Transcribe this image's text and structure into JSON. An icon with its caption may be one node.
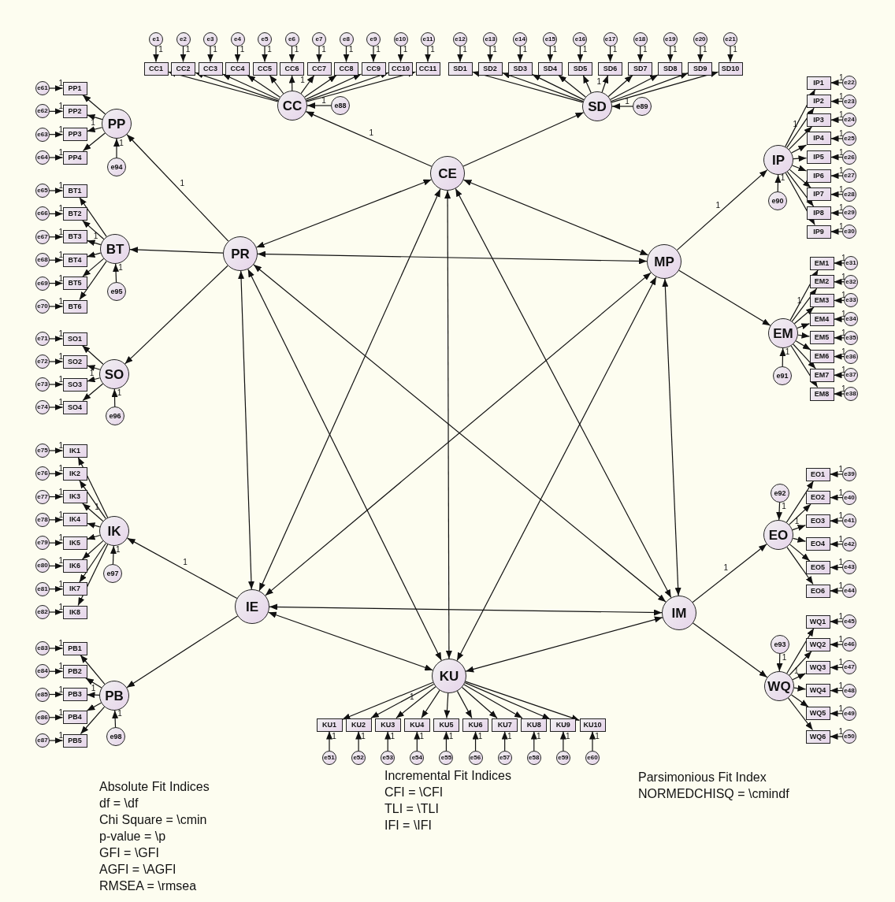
{
  "diagram": {
    "nodes": [
      {
        "text": [
          "CE"
        ]
      },
      {
        "text": [
          "PR"
        ]
      },
      {
        "text": [
          "MP"
        ]
      },
      {
        "text": [
          "IE"
        ]
      },
      {
        "text": [
          "IM"
        ]
      },
      {
        "text": [
          "KU"
        ]
      },
      {
        "text": [
          "CC"
        ]
      },
      {
        "text": [
          "SD"
        ]
      },
      {
        "text": [
          "PP"
        ]
      },
      {
        "text": [
          "BT"
        ]
      },
      {
        "text": [
          "SO"
        ]
      },
      {
        "text": [
          "IK"
        ]
      },
      {
        "text": [
          "PB"
        ]
      },
      {
        "text": [
          "IP"
        ]
      },
      {
        "text": [
          "EM"
        ]
      },
      {
        "text": [
          "EO"
        ]
      },
      {
        "text": [
          "WQ"
        ]
      },
      {
        "text": [
          "e88"
        ]
      },
      {
        "text": [
          "e89"
        ]
      },
      {
        "text": [
          "e94"
        ]
      },
      {
        "text": [
          "e95"
        ]
      },
      {
        "text": [
          "e96"
        ]
      },
      {
        "text": [
          "e97"
        ]
      },
      {
        "text": [
          "e98"
        ]
      },
      {
        "text": [
          "e90"
        ]
      },
      {
        "text": [
          "e91"
        ]
      },
      {
        "text": [
          "e92"
        ]
      },
      {
        "text": [
          "e93"
        ]
      },
      {
        "text": [
          "CC1"
        ]
      },
      {
        "text": [
          "CC2"
        ]
      },
      {
        "text": [
          "CC3"
        ]
      },
      {
        "text": [
          "CC4"
        ]
      },
      {
        "text": [
          "CC5"
        ]
      },
      {
        "text": [
          "CC6"
        ]
      },
      {
        "text": [
          "CC7"
        ]
      },
      {
        "text": [
          "CC8"
        ]
      },
      {
        "text": [
          "CC9"
        ]
      },
      {
        "text": [
          "CC10"
        ]
      },
      {
        "text": [
          "CC11"
        ]
      },
      {
        "text": [
          "e1"
        ]
      },
      {
        "text": [
          "e2"
        ]
      },
      {
        "text": [
          "e3"
        ]
      },
      {
        "text": [
          "e4"
        ]
      },
      {
        "text": [
          "e5"
        ]
      },
      {
        "text": [
          "e6"
        ]
      },
      {
        "text": [
          "e7"
        ]
      },
      {
        "text": [
          "e8"
        ]
      },
      {
        "text": [
          "e9"
        ]
      },
      {
        "text": [
          "e10"
        ]
      },
      {
        "text": [
          "e11"
        ]
      },
      {
        "text": [
          "SD1"
        ]
      },
      {
        "text": [
          "SD2"
        ]
      },
      {
        "text": [
          "SD3"
        ]
      },
      {
        "text": [
          "SD4"
        ]
      },
      {
        "text": [
          "SD5"
        ]
      },
      {
        "text": [
          "SD6"
        ]
      },
      {
        "text": [
          "SD7"
        ]
      },
      {
        "text": [
          "SD8"
        ]
      },
      {
        "text": [
          "SD9"
        ]
      },
      {
        "text": [
          "SD10"
        ]
      },
      {
        "text": [
          "e12"
        ]
      },
      {
        "text": [
          "e13"
        ]
      },
      {
        "text": [
          "e14"
        ]
      },
      {
        "text": [
          "e15"
        ]
      },
      {
        "text": [
          "e16"
        ]
      },
      {
        "text": [
          "e17"
        ]
      },
      {
        "text": [
          "e18"
        ]
      },
      {
        "text": [
          "e19"
        ]
      },
      {
        "text": [
          "e20"
        ]
      },
      {
        "text": [
          "e21"
        ]
      },
      {
        "text": [
          "PP1"
        ]
      },
      {
        "text": [
          "PP2"
        ]
      },
      {
        "text": [
          "PP3"
        ]
      },
      {
        "text": [
          "PP4"
        ]
      },
      {
        "text": [
          "e61"
        ]
      },
      {
        "text": [
          "e62"
        ]
      },
      {
        "text": [
          "e63"
        ]
      },
      {
        "text": [
          "e64"
        ]
      },
      {
        "text": [
          "BT1"
        ]
      },
      {
        "text": [
          "BT2"
        ]
      },
      {
        "text": [
          "BT3"
        ]
      },
      {
        "text": [
          "BT4"
        ]
      },
      {
        "text": [
          "BT5"
        ]
      },
      {
        "text": [
          "BT6"
        ]
      },
      {
        "text": [
          "e65"
        ]
      },
      {
        "text": [
          "e66"
        ]
      },
      {
        "text": [
          "e67"
        ]
      },
      {
        "text": [
          "e68"
        ]
      },
      {
        "text": [
          "e69"
        ]
      },
      {
        "text": [
          "e70"
        ]
      },
      {
        "text": [
          "SO1"
        ]
      },
      {
        "text": [
          "SO2"
        ]
      },
      {
        "text": [
          "SO3"
        ]
      },
      {
        "text": [
          "SO4"
        ]
      },
      {
        "text": [
          "e71"
        ]
      },
      {
        "text": [
          "e72"
        ]
      },
      {
        "text": [
          "e73"
        ]
      },
      {
        "text": [
          "e74"
        ]
      },
      {
        "text": [
          "IK1"
        ]
      },
      {
        "text": [
          "IK2"
        ]
      },
      {
        "text": [
          "IK3"
        ]
      },
      {
        "text": [
          "IK4"
        ]
      },
      {
        "text": [
          "IK5"
        ]
      },
      {
        "text": [
          "IK6"
        ]
      },
      {
        "text": [
          "IK7"
        ]
      },
      {
        "text": [
          "IK8"
        ]
      },
      {
        "text": [
          "e75"
        ]
      },
      {
        "text": [
          "e76"
        ]
      },
      {
        "text": [
          "e77"
        ]
      },
      {
        "text": [
          "e78"
        ]
      },
      {
        "text": [
          "e79"
        ]
      },
      {
        "text": [
          "e80"
        ]
      },
      {
        "text": [
          "e81"
        ]
      },
      {
        "text": [
          "e82"
        ]
      },
      {
        "text": [
          "PB1"
        ]
      },
      {
        "text": [
          "PB2"
        ]
      },
      {
        "text": [
          "PB3"
        ]
      },
      {
        "text": [
          "PB4"
        ]
      },
      {
        "text": [
          "PB5"
        ]
      },
      {
        "text": [
          "e83"
        ]
      },
      {
        "text": [
          "e84"
        ]
      },
      {
        "text": [
          "e85"
        ]
      },
      {
        "text": [
          "e86"
        ]
      },
      {
        "text": [
          "e87"
        ]
      },
      {
        "text": [
          "IP1"
        ]
      },
      {
        "text": [
          "IP2"
        ]
      },
      {
        "text": [
          "IP3"
        ]
      },
      {
        "text": [
          "IP4"
        ]
      },
      {
        "text": [
          "IP5"
        ]
      },
      {
        "text": [
          "IP6"
        ]
      },
      {
        "text": [
          "IP7"
        ]
      },
      {
        "text": [
          "IP8"
        ]
      },
      {
        "text": [
          "IP9"
        ]
      },
      {
        "text": [
          "e22"
        ]
      },
      {
        "text": [
          "e23"
        ]
      },
      {
        "text": [
          "e24"
        ]
      },
      {
        "text": [
          "e25"
        ]
      },
      {
        "text": [
          "e26"
        ]
      },
      {
        "text": [
          "e27"
        ]
      },
      {
        "text": [
          "e28"
        ]
      },
      {
        "text": [
          "e29"
        ]
      },
      {
        "text": [
          "e30"
        ]
      },
      {
        "text": [
          "EM1"
        ]
      },
      {
        "text": [
          "EM2"
        ]
      },
      {
        "text": [
          "EM3"
        ]
      },
      {
        "text": [
          "EM4"
        ]
      },
      {
        "text": [
          "EM5"
        ]
      },
      {
        "text": [
          "EM6"
        ]
      },
      {
        "text": [
          "EM7"
        ]
      },
      {
        "text": [
          "EM8"
        ]
      },
      {
        "text": [
          "e31"
        ]
      },
      {
        "text": [
          "e32"
        ]
      },
      {
        "text": [
          "e33"
        ]
      },
      {
        "text": [
          "e34"
        ]
      },
      {
        "text": [
          "e35"
        ]
      },
      {
        "text": [
          "e36"
        ]
      },
      {
        "text": [
          "e37"
        ]
      },
      {
        "text": [
          "e38"
        ]
      },
      {
        "text": [
          "EO1"
        ]
      },
      {
        "text": [
          "EO2"
        ]
      },
      {
        "text": [
          "EO3"
        ]
      },
      {
        "text": [
          "EO4"
        ]
      },
      {
        "text": [
          "EO5"
        ]
      },
      {
        "text": [
          "EO6"
        ]
      },
      {
        "text": [
          "e39"
        ]
      },
      {
        "text": [
          "e40"
        ]
      },
      {
        "text": [
          "e41"
        ]
      },
      {
        "text": [
          "e42"
        ]
      },
      {
        "text": [
          "e43"
        ]
      },
      {
        "text": [
          "e44"
        ]
      },
      {
        "text": [
          "WQ1"
        ]
      },
      {
        "text": [
          "WQ2"
        ]
      },
      {
        "text": [
          "WQ3"
        ]
      },
      {
        "text": [
          "WQ4"
        ]
      },
      {
        "text": [
          "WQ5"
        ]
      },
      {
        "text": [
          "WQ6"
        ]
      },
      {
        "text": [
          "e45"
        ]
      },
      {
        "text": [
          "e46"
        ]
      },
      {
        "text": [
          "e47"
        ]
      },
      {
        "text": [
          "e48"
        ]
      },
      {
        "text": [
          "e49"
        ]
      },
      {
        "text": [
          "e50"
        ]
      },
      {
        "text": [
          "KU1"
        ]
      },
      {
        "text": [
          "KU2"
        ]
      },
      {
        "text": [
          "KU3"
        ]
      },
      {
        "text": [
          "KU4"
        ]
      },
      {
        "text": [
          "KU5"
        ]
      },
      {
        "text": [
          "KU6"
        ]
      },
      {
        "text": [
          "KU7"
        ]
      },
      {
        "text": [
          "KU8"
        ]
      },
      {
        "text": [
          "KU9"
        ]
      },
      {
        "text": [
          "KU10"
        ]
      },
      {
        "text": [
          "e51"
        ]
      },
      {
        "text": [
          "e52"
        ]
      },
      {
        "text": [
          "e53"
        ]
      },
      {
        "text": [
          "e54"
        ]
      },
      {
        "text": [
          "e55"
        ]
      },
      {
        "text": [
          "e56"
        ]
      },
      {
        "text": [
          "e57"
        ]
      },
      {
        "text": [
          "e58"
        ]
      },
      {
        "text": [
          "e59"
        ]
      },
      {
        "text": [
          "e60"
        ]
      }
    ],
    "edges": [
      {
        "from": 0,
        "to": 1,
        "arrow": "both"
      },
      {
        "from": 0,
        "to": 2,
        "arrow": "both"
      },
      {
        "from": 0,
        "to": 3,
        "arrow": "both"
      },
      {
        "from": 0,
        "to": 4,
        "arrow": "both"
      },
      {
        "from": 0,
        "to": 5,
        "arrow": "both"
      },
      {
        "from": 1,
        "to": 2,
        "arrow": "both"
      },
      {
        "from": 1,
        "to": 3,
        "arrow": "both"
      },
      {
        "from": 1,
        "to": 4,
        "arrow": "both"
      },
      {
        "from": 1,
        "to": 5,
        "arrow": "both"
      },
      {
        "from": 2,
        "to": 3,
        "arrow": "both"
      },
      {
        "from": 2,
        "to": 4,
        "arrow": "both"
      },
      {
        "from": 2,
        "to": 5,
        "arrow": "both"
      },
      {
        "from": 3,
        "to": 4,
        "arrow": "both"
      },
      {
        "from": 3,
        "to": 5,
        "arrow": "both"
      },
      {
        "from": 4,
        "to": 5,
        "arrow": "both"
      },
      {
        "from": 0,
        "to": 6,
        "arrow": "to",
        "label": "1"
      },
      {
        "from": 0,
        "to": 7,
        "arrow": "to"
      },
      {
        "from": 1,
        "to": 8,
        "arrow": "to",
        "label": "1"
      },
      {
        "from": 1,
        "to": 9,
        "arrow": "to"
      },
      {
        "from": 1,
        "to": 10,
        "arrow": "to"
      },
      {
        "from": 3,
        "to": 11,
        "arrow": "to",
        "label": "1"
      },
      {
        "from": 3,
        "to": 12,
        "arrow": "to"
      },
      {
        "from": 2,
        "to": 13,
        "arrow": "to",
        "label": "1"
      },
      {
        "from": 2,
        "to": 14,
        "arrow": "to"
      },
      {
        "from": 4,
        "to": 15,
        "arrow": "to",
        "label": "1"
      },
      {
        "from": 4,
        "to": 16,
        "arrow": "to"
      },
      {
        "from": 17,
        "to": 6,
        "arrow": "to",
        "label": "1"
      },
      {
        "from": 18,
        "to": 7,
        "arrow": "to",
        "label": "1"
      },
      {
        "from": 19,
        "to": 8,
        "arrow": "to",
        "label": "1"
      },
      {
        "from": 20,
        "to": 9,
        "arrow": "to",
        "label": "1"
      },
      {
        "from": 21,
        "to": 10,
        "arrow": "to",
        "label": "1"
      },
      {
        "from": 22,
        "to": 11,
        "arrow": "to",
        "label": "1"
      },
      {
        "from": 23,
        "to": 12,
        "arrow": "to",
        "label": "1"
      },
      {
        "from": 24,
        "to": 13,
        "arrow": "to",
        "label": "1"
      },
      {
        "from": 25,
        "to": 14,
        "arrow": "to",
        "label": "1"
      },
      {
        "from": 26,
        "to": 15,
        "arrow": "to",
        "label": "1"
      },
      {
        "from": 27,
        "to": 16,
        "arrow": "to",
        "label": "1"
      },
      {
        "from": 6,
        "to": 28,
        "arrow": "to"
      },
      {
        "from": 39,
        "to": 28,
        "arrow": "to",
        "label": "1"
      },
      {
        "from": 6,
        "to": 29,
        "arrow": "to"
      },
      {
        "from": 40,
        "to": 29,
        "arrow": "to",
        "label": "1"
      },
      {
        "from": 6,
        "to": 30,
        "arrow": "to"
      },
      {
        "from": 41,
        "to": 30,
        "arrow": "to",
        "label": "1"
      },
      {
        "from": 6,
        "to": 31,
        "arrow": "to"
      },
      {
        "from": 42,
        "to": 31,
        "arrow": "to",
        "label": "1"
      },
      {
        "from": 6,
        "to": 32,
        "arrow": "to"
      },
      {
        "from": 43,
        "to": 32,
        "arrow": "to",
        "label": "1"
      },
      {
        "from": 6,
        "to": 33,
        "arrow": "to"
      },
      {
        "from": 44,
        "to": 33,
        "arrow": "to",
        "label": "1"
      },
      {
        "from": 6,
        "to": 34,
        "arrow": "to",
        "label": "1"
      },
      {
        "from": 45,
        "to": 34,
        "arrow": "to",
        "label": "1"
      },
      {
        "from": 6,
        "to": 35,
        "arrow": "to"
      },
      {
        "from": 46,
        "to": 35,
        "arrow": "to",
        "label": "1"
      },
      {
        "from": 6,
        "to": 36,
        "arrow": "to"
      },
      {
        "from": 47,
        "to": 36,
        "arrow": "to",
        "label": "1"
      },
      {
        "from": 6,
        "to": 37,
        "arrow": "to"
      },
      {
        "from": 48,
        "to": 37,
        "arrow": "to",
        "label": "1"
      },
      {
        "from": 6,
        "to": 38,
        "arrow": "to"
      },
      {
        "from": 49,
        "to": 38,
        "arrow": "to",
        "label": "1"
      },
      {
        "from": 7,
        "to": 50,
        "arrow": "to"
      },
      {
        "from": 60,
        "to": 50,
        "arrow": "to",
        "label": "1"
      },
      {
        "from": 7,
        "to": 51,
        "arrow": "to"
      },
      {
        "from": 61,
        "to": 51,
        "arrow": "to",
        "label": "1"
      },
      {
        "from": 7,
        "to": 52,
        "arrow": "to"
      },
      {
        "from": 62,
        "to": 52,
        "arrow": "to",
        "label": "1"
      },
      {
        "from": 7,
        "to": 53,
        "arrow": "to"
      },
      {
        "from": 63,
        "to": 53,
        "arrow": "to",
        "label": "1"
      },
      {
        "from": 7,
        "to": 54,
        "arrow": "to"
      },
      {
        "from": 64,
        "to": 54,
        "arrow": "to",
        "label": "1"
      },
      {
        "from": 7,
        "to": 55,
        "arrow": "to",
        "label": "1"
      },
      {
        "from": 65,
        "to": 55,
        "arrow": "to",
        "label": "1"
      },
      {
        "from": 7,
        "to": 56,
        "arrow": "to"
      },
      {
        "from": 66,
        "to": 56,
        "arrow": "to",
        "label": "1"
      },
      {
        "from": 7,
        "to": 57,
        "arrow": "to"
      },
      {
        "from": 67,
        "to": 57,
        "arrow": "to",
        "label": "1"
      },
      {
        "from": 7,
        "to": 58,
        "arrow": "to"
      },
      {
        "from": 68,
        "to": 58,
        "arrow": "to",
        "label": "1"
      },
      {
        "from": 7,
        "to": 59,
        "arrow": "to"
      },
      {
        "from": 69,
        "to": 59,
        "arrow": "to",
        "label": "1"
      },
      {
        "from": 8,
        "to": 70,
        "arrow": "to"
      },
      {
        "from": 74,
        "to": 70,
        "arrow": "to",
        "label": "1"
      },
      {
        "from": 8,
        "to": 71,
        "arrow": "to"
      },
      {
        "from": 75,
        "to": 71,
        "arrow": "to",
        "label": "1"
      },
      {
        "from": 8,
        "to": 72,
        "arrow": "to",
        "label": "1"
      },
      {
        "from": 76,
        "to": 72,
        "arrow": "to",
        "label": "1"
      },
      {
        "from": 8,
        "to": 73,
        "arrow": "to"
      },
      {
        "from": 77,
        "to": 73,
        "arrow": "to",
        "label": "1"
      },
      {
        "from": 9,
        "to": 78,
        "arrow": "to"
      },
      {
        "from": 84,
        "to": 78,
        "arrow": "to",
        "label": "1"
      },
      {
        "from": 9,
        "to": 79,
        "arrow": "to"
      },
      {
        "from": 85,
        "to": 79,
        "arrow": "to",
        "label": "1"
      },
      {
        "from": 9,
        "to": 80,
        "arrow": "to",
        "label": "1"
      },
      {
        "from": 86,
        "to": 80,
        "arrow": "to",
        "label": "1"
      },
      {
        "from": 9,
        "to": 81,
        "arrow": "to"
      },
      {
        "from": 87,
        "to": 81,
        "arrow": "to",
        "label": "1"
      },
      {
        "from": 9,
        "to": 82,
        "arrow": "to"
      },
      {
        "from": 88,
        "to": 82,
        "arrow": "to",
        "label": "1"
      },
      {
        "from": 9,
        "to": 83,
        "arrow": "to"
      },
      {
        "from": 89,
        "to": 83,
        "arrow": "to",
        "label": "1"
      },
      {
        "from": 10,
        "to": 90,
        "arrow": "to"
      },
      {
        "from": 94,
        "to": 90,
        "arrow": "to",
        "label": "1"
      },
      {
        "from": 10,
        "to": 91,
        "arrow": "to"
      },
      {
        "from": 95,
        "to": 91,
        "arrow": "to",
        "label": "1"
      },
      {
        "from": 10,
        "to": 92,
        "arrow": "to",
        "label": "1"
      },
      {
        "from": 96,
        "to": 92,
        "arrow": "to",
        "label": "1"
      },
      {
        "from": 10,
        "to": 93,
        "arrow": "to"
      },
      {
        "from": 97,
        "to": 93,
        "arrow": "to",
        "label": "1"
      },
      {
        "from": 11,
        "to": 98,
        "arrow": "to"
      },
      {
        "from": 106,
        "to": 98,
        "arrow": "to",
        "label": "1"
      },
      {
        "from": 11,
        "to": 99,
        "arrow": "to"
      },
      {
        "from": 107,
        "to": 99,
        "arrow": "to",
        "label": "1"
      },
      {
        "from": 11,
        "to": 100,
        "arrow": "to",
        "label": "1"
      },
      {
        "from": 108,
        "to": 100,
        "arrow": "to",
        "label": "1"
      },
      {
        "from": 11,
        "to": 101,
        "arrow": "to"
      },
      {
        "from": 109,
        "to": 101,
        "arrow": "to",
        "label": "1"
      },
      {
        "from": 11,
        "to": 102,
        "arrow": "to"
      },
      {
        "from": 110,
        "to": 102,
        "arrow": "to",
        "label": "1"
      },
      {
        "from": 11,
        "to": 103,
        "arrow": "to"
      },
      {
        "from": 111,
        "to": 103,
        "arrow": "to",
        "label": "1"
      },
      {
        "from": 11,
        "to": 104,
        "arrow": "to"
      },
      {
        "from": 112,
        "to": 104,
        "arrow": "to",
        "label": "1"
      },
      {
        "from": 11,
        "to": 105,
        "arrow": "to"
      },
      {
        "from": 113,
        "to": 105,
        "arrow": "to",
        "label": "1"
      },
      {
        "from": 12,
        "to": 114,
        "arrow": "to"
      },
      {
        "from": 119,
        "to": 114,
        "arrow": "to",
        "label": "1"
      },
      {
        "from": 12,
        "to": 115,
        "arrow": "to"
      },
      {
        "from": 120,
        "to": 115,
        "arrow": "to",
        "label": "1"
      },
      {
        "from": 12,
        "to": 116,
        "arrow": "to",
        "label": "1"
      },
      {
        "from": 121,
        "to": 116,
        "arrow": "to",
        "label": "1"
      },
      {
        "from": 12,
        "to": 117,
        "arrow": "to"
      },
      {
        "from": 122,
        "to": 117,
        "arrow": "to",
        "label": "1"
      },
      {
        "from": 12,
        "to": 118,
        "arrow": "to"
      },
      {
        "from": 123,
        "to": 118,
        "arrow": "to",
        "label": "1"
      },
      {
        "from": 13,
        "to": 124,
        "arrow": "to"
      },
      {
        "from": 133,
        "to": 124,
        "arrow": "to",
        "label": "1"
      },
      {
        "from": 13,
        "to": 125,
        "arrow": "to",
        "label": "1"
      },
      {
        "from": 134,
        "to": 125,
        "arrow": "to",
        "label": "1"
      },
      {
        "from": 13,
        "to": 126,
        "arrow": "to"
      },
      {
        "from": 135,
        "to": 126,
        "arrow": "to",
        "label": "1"
      },
      {
        "from": 13,
        "to": 127,
        "arrow": "to"
      },
      {
        "from": 136,
        "to": 127,
        "arrow": "to",
        "label": "1"
      },
      {
        "from": 13,
        "to": 128,
        "arrow": "to"
      },
      {
        "from": 137,
        "to": 128,
        "arrow": "to",
        "label": "1"
      },
      {
        "from": 13,
        "to": 129,
        "arrow": "to"
      },
      {
        "from": 138,
        "to": 129,
        "arrow": "to",
        "label": "1"
      },
      {
        "from": 13,
        "to": 130,
        "arrow": "to"
      },
      {
        "from": 139,
        "to": 130,
        "arrow": "to",
        "label": "1"
      },
      {
        "from": 13,
        "to": 131,
        "arrow": "to"
      },
      {
        "from": 140,
        "to": 131,
        "arrow": "to",
        "label": "1"
      },
      {
        "from": 13,
        "to": 132,
        "arrow": "to"
      },
      {
        "from": 141,
        "to": 132,
        "arrow": "to",
        "label": "1"
      },
      {
        "from": 14,
        "to": 142,
        "arrow": "to"
      },
      {
        "from": 150,
        "to": 142,
        "arrow": "to",
        "label": "1"
      },
      {
        "from": 14,
        "to": 143,
        "arrow": "to",
        "label": "1"
      },
      {
        "from": 151,
        "to": 143,
        "arrow": "to",
        "label": "1"
      },
      {
        "from": 14,
        "to": 144,
        "arrow": "to"
      },
      {
        "from": 152,
        "to": 144,
        "arrow": "to",
        "label": "1"
      },
      {
        "from": 14,
        "to": 145,
        "arrow": "to"
      },
      {
        "from": 153,
        "to": 145,
        "arrow": "to",
        "label": "1"
      },
      {
        "from": 14,
        "to": 146,
        "arrow": "to"
      },
      {
        "from": 154,
        "to": 146,
        "arrow": "to",
        "label": "1"
      },
      {
        "from": 14,
        "to": 147,
        "arrow": "to"
      },
      {
        "from": 155,
        "to": 147,
        "arrow": "to",
        "label": "1"
      },
      {
        "from": 14,
        "to": 148,
        "arrow": "to"
      },
      {
        "from": 156,
        "to": 148,
        "arrow": "to",
        "label": "1"
      },
      {
        "from": 14,
        "to": 149,
        "arrow": "to"
      },
      {
        "from": 157,
        "to": 149,
        "arrow": "to",
        "label": "1"
      },
      {
        "from": 15,
        "to": 158,
        "arrow": "to"
      },
      {
        "from": 164,
        "to": 158,
        "arrow": "to",
        "label": "1"
      },
      {
        "from": 15,
        "to": 159,
        "arrow": "to"
      },
      {
        "from": 165,
        "to": 159,
        "arrow": "to",
        "label": "1"
      },
      {
        "from": 15,
        "to": 160,
        "arrow": "to",
        "label": "1"
      },
      {
        "from": 166,
        "to": 160,
        "arrow": "to",
        "label": "1"
      },
      {
        "from": 15,
        "to": 161,
        "arrow": "to"
      },
      {
        "from": 167,
        "to": 161,
        "arrow": "to",
        "label": "1"
      },
      {
        "from": 15,
        "to": 162,
        "arrow": "to"
      },
      {
        "from": 168,
        "to": 162,
        "arrow": "to",
        "label": "1"
      },
      {
        "from": 15,
        "to": 163,
        "arrow": "to"
      },
      {
        "from": 169,
        "to": 163,
        "arrow": "to",
        "label": "1"
      },
      {
        "from": 16,
        "to": 170,
        "arrow": "to"
      },
      {
        "from": 176,
        "to": 170,
        "arrow": "to",
        "label": "1"
      },
      {
        "from": 16,
        "to": 171,
        "arrow": "to"
      },
      {
        "from": 177,
        "to": 171,
        "arrow": "to",
        "label": "1"
      },
      {
        "from": 16,
        "to": 172,
        "arrow": "to",
        "label": "1"
      },
      {
        "from": 178,
        "to": 172,
        "arrow": "to",
        "label": "1"
      },
      {
        "from": 16,
        "to": 173,
        "arrow": "to"
      },
      {
        "from": 179,
        "to": 173,
        "arrow": "to",
        "label": "1"
      },
      {
        "from": 16,
        "to": 174,
        "arrow": "to"
      },
      {
        "from": 180,
        "to": 174,
        "arrow": "to",
        "label": "1"
      },
      {
        "from": 16,
        "to": 175,
        "arrow": "to"
      },
      {
        "from": 181,
        "to": 175,
        "arrow": "to",
        "label": "1"
      },
      {
        "from": 5,
        "to": 182,
        "arrow": "to"
      },
      {
        "from": 192,
        "to": 182,
        "arrow": "to",
        "label": "1"
      },
      {
        "from": 5,
        "to": 183,
        "arrow": "to"
      },
      {
        "from": 193,
        "to": 183,
        "arrow": "to",
        "label": "1"
      },
      {
        "from": 5,
        "to": 184,
        "arrow": "to",
        "label": "1"
      },
      {
        "from": 194,
        "to": 184,
        "arrow": "to",
        "label": "1"
      },
      {
        "from": 5,
        "to": 185,
        "arrow": "to"
      },
      {
        "from": 195,
        "to": 185,
        "arrow": "to",
        "label": "1"
      },
      {
        "from": 5,
        "to": 186,
        "arrow": "to"
      },
      {
        "from": 196,
        "to": 186,
        "arrow": "to",
        "label": "1"
      },
      {
        "from": 5,
        "to": 187,
        "arrow": "to"
      },
      {
        "from": 197,
        "to": 187,
        "arrow": "to",
        "label": "1"
      },
      {
        "from": 5,
        "to": 188,
        "arrow": "to"
      },
      {
        "from": 198,
        "to": 188,
        "arrow": "to",
        "label": "1"
      },
      {
        "from": 5,
        "to": 189,
        "arrow": "to"
      },
      {
        "from": 199,
        "to": 189,
        "arrow": "to",
        "label": "1"
      },
      {
        "from": 5,
        "to": 190,
        "arrow": "to"
      },
      {
        "from": 200,
        "to": 190,
        "arrow": "to",
        "label": "1"
      },
      {
        "from": 5,
        "to": 191,
        "arrow": "to"
      },
      {
        "from": 201,
        "to": 191,
        "arrow": "to",
        "label": "1"
      }
    ],
    "labels": [
      "Absolute Fit Indices",
      "df = \\df",
      "Chi Square = \\cmin",
      "p-value = \\p",
      "GFI = \\GFI",
      "AGFI = \\AGFI",
      "RMSEA = \\rmsea",
      "Incremental Fit Indices",
      "CFI = \\CFI",
      "TLI = \\TLI",
      "IFI = \\IFI",
      "Parsimonious Fit Index",
      "NORMEDCHISQ = \\cmindf"
    ]
  }
}
